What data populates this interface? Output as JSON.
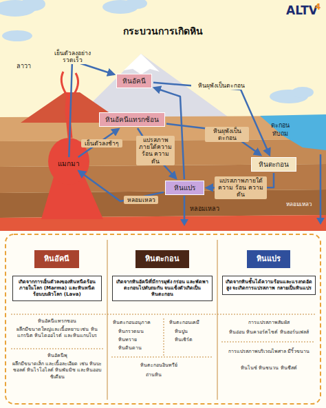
{
  "diagram": {
    "title": "กระบวนการเกิดหิน",
    "nodes": [
      {
        "text": [
          "หินอัคนี"
        ]
      },
      {
        "text": [
          "หินอัคนีแทรกซ้อน"
        ]
      },
      {
        "text": [
          "แมกมา"
        ]
      },
      {
        "text": [
          "หินตะกอน"
        ]
      },
      {
        "text": [
          "หินแปร"
        ]
      },
      {
        "text": [
          "หินอัคนี"
        ]
      },
      {
        "text": [
          "เกิดจากการเย็นตัวลงของหินหนืดร้อนภายในโลก (Marma) และหินหนืดร้อนบนผิวโลก (Lava)"
        ]
      },
      {
        "text": [
          "หินตะกอน"
        ]
      },
      {
        "text": [
          "เกิดจากหินอัคนีที่มีการผุพัง กร่อน และพัดพาตะกอนไปทับถมกัน จนแข็งตัวเกิดเป็น หินตะกอน"
        ]
      },
      {
        "text": [
          "หินแปร"
        ]
      },
      {
        "text": [
          "เกิดจากหินชั้นได้ความร้อนและแรงกดอัดสูง จะเกิดการแปรสภาพ กลายเป็นหินแปร"
        ]
      }
    ],
    "edges": [
      {
        "from": 0,
        "to": 3,
        "label": "หินผุพังเป็นตะกอน",
        "arrow": "to"
      },
      {
        "from": 1,
        "to": 3,
        "label": "หินผุพังเป็น ตะกอน",
        "arrow": "to"
      },
      {
        "from": 1,
        "to": 4,
        "label": "แปรสภาพ ภายใต้ความ ร้อน ความ ดัน",
        "arrow": "to"
      },
      {
        "from": 3,
        "to": 4,
        "label": "แปรสภาพภายใต้ความ ร้อน ความดัน",
        "arrow": "to"
      },
      {
        "from": 4,
        "to": 2,
        "label": "หลอมเหลว",
        "arrow": "to"
      },
      {
        "from": 4,
        "to": 0,
        "arrow": "to"
      },
      {
        "from": 2,
        "to": 1,
        "label": "เย็นตัวลงช้าๆ",
        "arrow": "to"
      },
      {
        "from": 2,
        "to": 0,
        "label": "เย็นตัวลงอย่าง รวดเร็ว",
        "arrow": "to"
      }
    ],
    "labels": [
      "ALTV",
      "4",
      "ลาวา",
      "ตะกอน ทับถม",
      "หลอมเหลว",
      "หลอมเหลว",
      "หินอัคนีแทรกซอน",
      "ผลึกมีขนาดใหญ่และเนื้อหยาบ เช่น หินแกรนิต หินไดออไรต์ และหินแกบโบร",
      "หินอัคนีพุ",
      "ผลึกมีขนาดเล็ก และเนื้อละเอียด เช่น หินบะซอลต์ หินไรโอไลต์ หินพัมมิซ และหินออบซิเดียน",
      "หินตะกอนอนุภาค",
      "หินกรวดมน",
      "หินทราย",
      "หินดินดาน",
      "หินตะกอนเคมี",
      "หินปูน",
      "หินเชิร์ต",
      "หินตะกอนอินทรีย์",
      "ถ่านหิน",
      "การแปรสภาพสัมผัส",
      "หินอ่อน หินควอร์ตไซต์ หินฮอร์นเฟลส์",
      "การแปรสภาพบริเวณไพศาล มีริ้วขนาน",
      "หินไนซ์ หินชนวน หินชีสต์"
    ]
  }
}
